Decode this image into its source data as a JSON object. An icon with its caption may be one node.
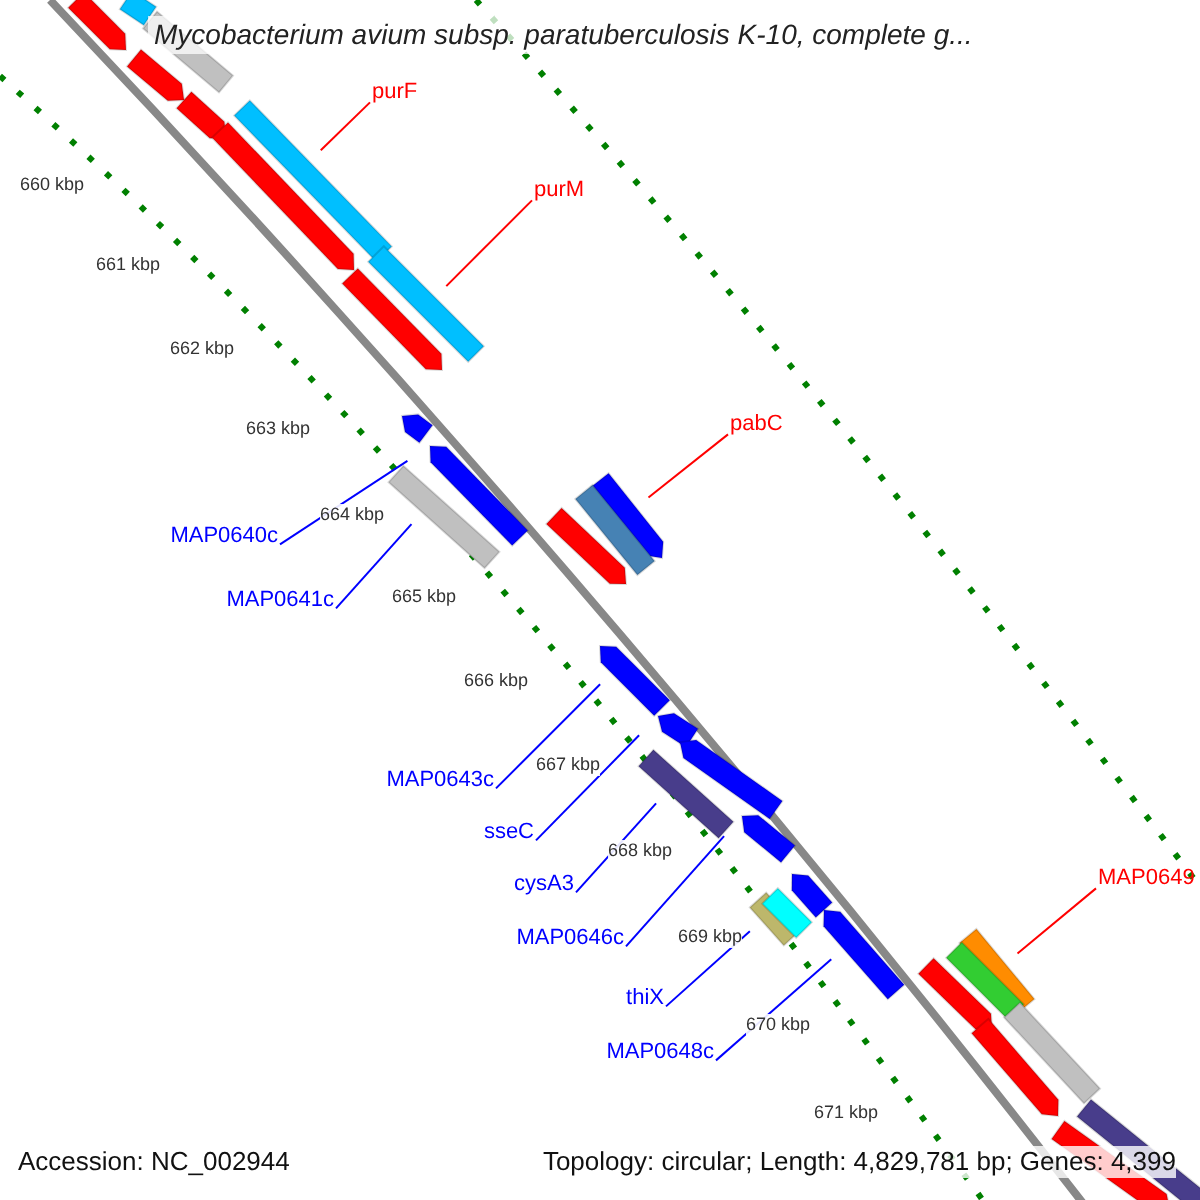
{
  "diagram": {
    "title": "Mycobacterium avium subsp. paratuberculosis K-10, complete g...",
    "nodes": [
      {
        "text": [
          "purF"
        ]
      },
      {
        "text": [
          "purM"
        ]
      },
      {
        "text": [
          "pabC"
        ]
      },
      {
        "text": [
          "MAP0640c"
        ]
      },
      {
        "text": [
          "MAP0641c"
        ]
      },
      {
        "text": [
          "MAP0643c"
        ]
      },
      {
        "text": [
          "sseC"
        ]
      },
      {
        "text": [
          "cysA3"
        ]
      },
      {
        "text": [
          "MAP0646c"
        ]
      },
      {
        "text": [
          "thiX"
        ]
      },
      {
        "text": [
          "MAP0648c"
        ]
      },
      {
        "text": [
          "MAP0649"
        ]
      },
      {
        "text": [],
        "shape": "bar"
      },
      {
        "text": [],
        "shape": "bar"
      },
      {
        "text": [],
        "shape": "bar"
      },
      {
        "text": [],
        "shape": "bar"
      },
      {
        "text": [],
        "shape": "bar"
      },
      {
        "text": [],
        "shape": "bar"
      },
      {
        "text": [],
        "shape": "bar"
      },
      {
        "text": [],
        "shape": "bar"
      },
      {
        "text": [],
        "shape": "bar"
      },
      {
        "text": [],
        "shape": "bar"
      },
      {
        "text": [],
        "shape": "bar"
      },
      {
        "text": [],
        "shape": "bar"
      },
      {
        "text": [],
        "shape": "bar"
      },
      {
        "text": [],
        "shape": "bar"
      },
      {
        "text": [],
        "shape": "bar"
      },
      {
        "text": [],
        "shape": "bar"
      },
      {
        "text": [],
        "shape": "bar"
      },
      {
        "text": [],
        "shape": "bar"
      },
      {
        "text": [],
        "shape": "bar"
      },
      {
        "text": [],
        "shape": "bar"
      },
      {
        "text": [],
        "shape": "bar"
      },
      {
        "text": [],
        "shape": "bar"
      },
      {
        "text": [],
        "shape": "bar"
      },
      {
        "text": [],
        "shape": "bar"
      },
      {
        "text": [],
        "shape": "bar"
      },
      {
        "text": [],
        "shape": "bar"
      },
      {
        "text": [],
        "shape": "bar"
      },
      {
        "text": [],
        "shape": "bar"
      },
      {
        "text": [],
        "shape": "bar"
      },
      {
        "text": [],
        "shape": "bar"
      },
      {
        "text": [],
        "shape": "bar"
      }
    ],
    "edges": [
      {
        "from": 0,
        "to": 18,
        "arrow": "none",
        "color": "#ff0000"
      },
      {
        "from": 1,
        "to": 20,
        "arrow": "none",
        "color": "#ff0000"
      },
      {
        "from": 2,
        "to": 24,
        "arrow": "none",
        "color": "#ff0000"
      },
      {
        "from": 3,
        "to": 22,
        "arrow": "none"
      },
      {
        "from": 4,
        "to": 23,
        "arrow": "none"
      },
      {
        "from": 5,
        "to": 27,
        "arrow": "none"
      },
      {
        "from": 6,
        "to": 28,
        "arrow": "none"
      },
      {
        "from": 7,
        "to": 30,
        "arrow": "none"
      },
      {
        "from": 8,
        "to": 31,
        "arrow": "none"
      },
      {
        "from": 9,
        "to": 32,
        "arrow": "none"
      },
      {
        "from": 10,
        "to": 35,
        "arrow": "none"
      },
      {
        "from": 11,
        "to": 37,
        "arrow": "none",
        "color": "#ff0000"
      }
    ],
    "labels": [
      "660 kbp",
      "661 kbp",
      "662 kbp",
      "663 kbp",
      "664 kbp",
      "665 kbp",
      "666 kbp",
      "667 kbp",
      "668 kbp",
      "669 kbp",
      "670 kbp",
      "671 kbp",
      "Accession: NC_002944",
      "Topology: circular; Length: 4,829,781 bp; Genes: 4,399"
    ]
  }
}
